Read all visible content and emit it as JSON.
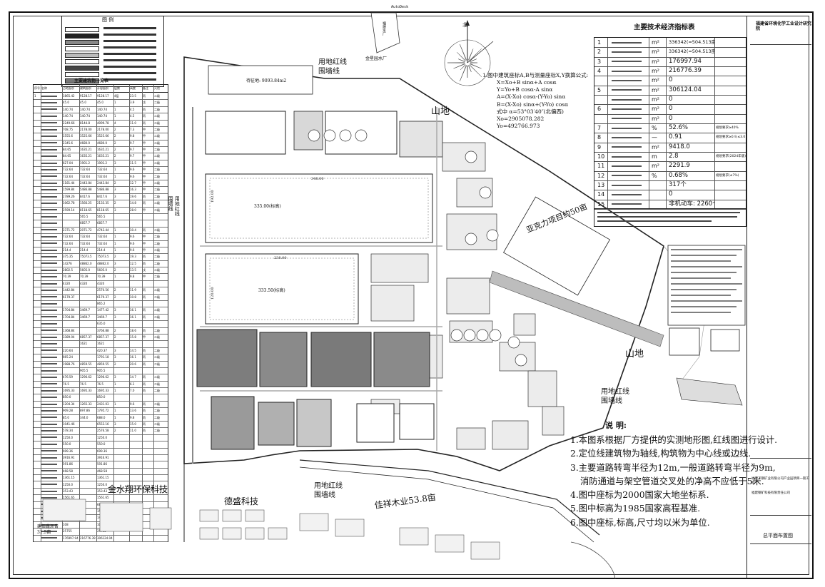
{
  "top_header": "AutoDesk",
  "legend": {
    "title": "图 例",
    "rows": 9
  },
  "building_table": {
    "title": "主要建筑物一览表",
    "header_labels": [
      "序号",
      "名称",
      "占地面积",
      "建筑面积",
      "计容面积",
      "层数",
      "高度",
      "备注",
      "火险"
    ],
    "rows": [
      [
        "1",
        "",
        "1865.42",
        "9128.17",
        "9128.17",
        "4层",
        "23.5",
        "丙",
        "二级"
      ],
      [
        "",
        "",
        "45.0",
        "45.0",
        "45.0",
        "1",
        "3.9",
        "戊",
        "二级"
      ],
      [
        "",
        "",
        "140.74",
        "140.74",
        "140.74",
        "1",
        "4.5",
        "丙",
        "二级"
      ],
      [
        "",
        "",
        "140.74",
        "140.74",
        "140.74",
        "1",
        "4.5",
        "丙",
        "二级"
      ],
      [
        "",
        "",
        "2249.66",
        "8144.8",
        "4099.78",
        "4",
        "11.0",
        "丙",
        "二级"
      ],
      [
        "",
        "",
        "708.75",
        "2178.00",
        "2178.00",
        "2",
        "7.3",
        "甲",
        "二级"
      ],
      [
        "",
        "",
        "1555.6",
        "3525.66",
        "3525.66",
        "2",
        "9.8",
        "甲",
        "二级"
      ],
      [
        "",
        "",
        "2345.6",
        "4680.0",
        "4680.0",
        "2",
        "9.7",
        "甲",
        "二级"
      ],
      [
        "",
        "",
        "84.65",
        "1635.21",
        "1635.21",
        "2",
        "9.7",
        "甲",
        "二级"
      ],
      [
        "",
        "",
        "84.65",
        "1635.21",
        "1635.21",
        "2",
        "9.7",
        "甲",
        "二级"
      ],
      [
        "",
        "",
        "627.04",
        "1901.2",
        "1901.2",
        "3",
        "11.5",
        "甲",
        "二级"
      ],
      [
        "",
        "",
        "732.64",
        "732.64",
        "732.64",
        "1",
        "9.6",
        "甲",
        "二级"
      ],
      [
        "",
        "",
        "732.64",
        "732.64",
        "732.64",
        "1",
        "9.6",
        "甲",
        "二级"
      ],
      [
        "",
        "",
        "1181.44",
        "2443.84",
        "2443.84",
        "2",
        "12.7",
        "甲",
        "二级"
      ],
      [
        "",
        "",
        "1599.84",
        "5486.88",
        "5486.88",
        "3",
        "16.3",
        "甲",
        "二级"
      ],
      [
        "",
        "",
        "2789.26",
        "8417.6",
        "8417.6",
        "3",
        "19.6",
        "丙",
        "二级"
      ],
      [
        "",
        "",
        "1062.78",
        "1566.25",
        "2133.35",
        "2",
        "14.8",
        "丙",
        "二级"
      ],
      [
        "",
        "",
        "2599.14",
        "8118.65",
        "8118.65",
        "3",
        "28.0",
        "甲",
        "二级"
      ],
      [
        "",
        "",
        "",
        "565.5",
        "565.5",
        "",
        "",
        "",
        ""
      ],
      [
        "",
        "",
        "",
        "6857.7",
        "6857.7",
        "",
        "",
        "",
        ""
      ],
      [
        "",
        "",
        "2371.72",
        "2071.72",
        "4743.44",
        "1",
        "10.4",
        "丙",
        "二级"
      ],
      [
        "",
        "",
        "732.64",
        "732.64",
        "732.64",
        "1",
        "9.6",
        "甲",
        "二级"
      ],
      [
        "",
        "",
        "732.64",
        "732.64",
        "732.64",
        "1",
        "9.6",
        "甲",
        "二级"
      ],
      [
        "",
        "",
        "214.4",
        "214.4",
        "214.4",
        "1",
        "9.6",
        "甲",
        "二级"
      ],
      [
        "",
        "",
        "375.35",
        "75073.5",
        "75073.5",
        "2",
        "19.3",
        "丙",
        "二级"
      ],
      [
        "",
        "",
        "14276",
        "48862.0",
        "48862.0",
        "3",
        "12.5",
        "丙",
        "二级"
      ],
      [
        "",
        "",
        "2802.5",
        "5605.0",
        "5605.0",
        "2",
        "13.5",
        "戊",
        "二级"
      ],
      [
        "",
        "",
        "70.39",
        "70.39",
        "70.39",
        "1",
        "9.8",
        "甲",
        "二级"
      ],
      [
        "",
        "",
        "4320",
        "4320",
        "4320",
        "",
        "",
        "",
        ""
      ],
      [
        "",
        "",
        "1442.84",
        "",
        "2570.56",
        "2",
        "11.9",
        "丙",
        "二级"
      ],
      [
        "",
        "",
        "6179.37",
        "",
        "6179.37",
        "2",
        "10.8",
        "丙",
        "二级"
      ],
      [
        "",
        "",
        "",
        "",
        "865.2",
        "",
        "",
        "",
        ""
      ],
      [
        "",
        "",
        "1704.84",
        "3469.7",
        "1477.42",
        "3",
        "16.1",
        "丙",
        "二级"
      ],
      [
        "",
        "",
        "1704.84",
        "3469.7",
        "3469.7",
        "3",
        "16.1",
        "丙",
        "二级"
      ],
      [
        "",
        "",
        "",
        "",
        "635.0",
        "",
        "",
        "",
        ""
      ],
      [
        "",
        "",
        "1368.84",
        "",
        "3766.88",
        "2",
        "18.6",
        "丙",
        "二级"
      ],
      [
        "",
        "",
        "3389.04",
        "6857.37",
        "6857.37",
        "2",
        "15.8",
        "甲",
        "二级"
      ],
      [
        "",
        "",
        "",
        "1621",
        "1621",
        "",
        "",
        "",
        ""
      ],
      [
        "",
        "",
        "220.64",
        "",
        "420.37",
        "3",
        "14.5",
        "丙",
        "二级"
      ],
      [
        "",
        "",
        "665.24",
        "",
        "1791.18",
        "3",
        "16.1",
        "丙",
        "二级"
      ],
      [
        "",
        "",
        "1988.76",
        "4859.55",
        "4859.55",
        "2",
        "20.6",
        "丙",
        "二级"
      ],
      [
        "",
        "",
        "",
        "905.5",
        "905.5",
        "",
        "",
        "",
        ""
      ],
      [
        "",
        "",
        "476.59",
        "1296.62",
        "1296.62",
        "3",
        "14.7",
        "丙",
        "二级"
      ],
      [
        "",
        "",
        "76.5",
        "76.5",
        "76.5",
        "1",
        "6.1",
        "丙",
        "二级"
      ],
      [
        "",
        "",
        "1695.33",
        "1695.33",
        "1695.33",
        "1",
        "7.0",
        "丙",
        "二级"
      ],
      [
        "",
        "",
        "850.0",
        "",
        "850.0",
        "",
        "",
        "",
        ""
      ],
      [
        "",
        "",
        "1204.34",
        "1265.33",
        "2431.03",
        "1",
        "9.6",
        "丙",
        "二级"
      ],
      [
        "",
        "",
        "909.28",
        "897.86",
        "1795.72",
        "1",
        "13.6",
        "丙",
        "二级"
      ],
      [
        "",
        "",
        "85.0",
        "344.0",
        "688.0",
        "1",
        "9.8",
        "丙",
        "二级"
      ],
      [
        "",
        "",
        "1041.46",
        "",
        "6553.16",
        "3",
        "15.0",
        "丙",
        "二级"
      ],
      [
        "",
        "",
        "578.34",
        "",
        "2576.58",
        "2",
        "11.0",
        "丙",
        "二级"
      ],
      [
        "",
        "",
        "1250.0",
        "",
        "1250.0",
        "",
        "",
        "",
        ""
      ],
      [
        "",
        "",
        "550.0",
        "",
        "550.0",
        "",
        "",
        "",
        ""
      ],
      [
        "",
        "",
        "699.36",
        "",
        "699.36",
        "",
        "",
        "",
        ""
      ],
      [
        "",
        "",
        "3916.91",
        "",
        "3916.91",
        "",
        "",
        "",
        ""
      ],
      [
        "",
        "",
        "591.86",
        "",
        "591.86",
        "",
        "",
        "",
        ""
      ],
      [
        "",
        "",
        "468.58",
        "",
        "468.58",
        "",
        "",
        "",
        ""
      ],
      [
        "",
        "",
        "1361.15",
        "",
        "1361.15",
        "",
        "",
        "",
        ""
      ],
      [
        "",
        "",
        "1250.0",
        "",
        "1250.0",
        "",
        "",
        "",
        ""
      ],
      [
        "",
        "",
        "353.43",
        "",
        "353.43",
        "",
        "",
        "",
        ""
      ],
      [
        "",
        "",
        "1561.65",
        "",
        "1561.65",
        "",
        "",
        "",
        ""
      ],
      [
        "",
        "",
        "6671.65",
        "",
        "6671.65",
        "",
        "",
        "",
        ""
      ],
      [
        "",
        "",
        "1510.0",
        "",
        "1510.0",
        "",
        "",
        "",
        ""
      ],
      [
        "",
        "",
        "1400.0",
        "",
        "1400.0",
        "",
        "",
        "",
        ""
      ],
      [
        "",
        "",
        "108",
        "",
        "108",
        "",
        "",
        "",
        ""
      ],
      [
        "",
        "",
        "25755",
        "",
        "25755",
        "",
        "",
        "",
        ""
      ],
      [
        "",
        "",
        "176997.94",
        "216776.39",
        "306124.04",
        "",
        "",
        "",
        ""
      ]
    ]
  },
  "econ_table": {
    "title": "主要技术经济指标表",
    "rows": [
      {
        "no": "1",
        "unit": "m²",
        "value": "336342(≈504.513亩)",
        "note": ""
      },
      {
        "no": "2",
        "unit": "m²",
        "value": "336342(≈504.513亩)",
        "note": ""
      },
      {
        "no": "3",
        "unit": "m²",
        "value": "176997.94",
        "note": ""
      },
      {
        "no": "4",
        "unit": "m²",
        "value": "216776.39",
        "note": ""
      },
      {
        "no": "",
        "unit": "m²",
        "value": "0",
        "note": ""
      },
      {
        "no": "5",
        "unit": "m²",
        "value": "306124.04",
        "note": ""
      },
      {
        "no": "",
        "unit": "m²",
        "value": "0",
        "note": ""
      },
      {
        "no": "6",
        "unit": "m²",
        "value": "0",
        "note": ""
      },
      {
        "no": "",
        "unit": "m²",
        "value": "0",
        "note": ""
      },
      {
        "no": "7",
        "unit": "%",
        "value": "52.6%",
        "note": "规划要求≥40%"
      },
      {
        "no": "8",
        "unit": "—",
        "value": "0.91",
        "note": "规划要求≥0.9,≤3.0"
      },
      {
        "no": "9",
        "unit": "m²",
        "value": "9418.0",
        "note": ""
      },
      {
        "no": "10",
        "unit": "m",
        "value": "2.8",
        "note": "规划要求(2024年版)"
      },
      {
        "no": "11",
        "unit": "m²",
        "value": "2291.9",
        "note": ""
      },
      {
        "no": "12",
        "unit": "%",
        "value": "0.68%",
        "note": "规划要求(≤7%)"
      },
      {
        "no": "13",
        "unit": "",
        "value": "317个",
        "note": ""
      },
      {
        "no": "14",
        "unit": "",
        "value": "0",
        "note": ""
      },
      {
        "no": "15",
        "unit": "",
        "value": "非机动车: 2260个",
        "note": ""
      }
    ]
  },
  "map_labels": {
    "north": "北",
    "mountain_1": "山地",
    "mountain_2": "山地",
    "redline_1": "用地红线\n围墙线",
    "redline_2": "用地红线\n围墙线",
    "redline_3": "用地红线\n围墙线",
    "redline_top": "用地红线\n围墙线",
    "plant_top": "福建水厂",
    "plant_top2": "金星园水厂",
    "land_area": "待征地: 9093.84m2",
    "project_50": "亚克力项目约50亩",
    "company_1": "金水翔环保科技",
    "company_2": "德盛科技",
    "company_3": "佳祥木业53.8亩",
    "area_small": "建佰鑫沥青\n31.5亩",
    "yard_1": "335.00(标高)",
    "yard_2": "333.50(标高)",
    "dim_1": "348.00",
    "dim_2": "238.00",
    "dim_3": "192.00",
    "dim_4": "120.00",
    "coord_note_title": "1.图中建筑座标A,B与测量座标X,Y换算公式:",
    "coord_lines": [
      "X=Xo+B sinα+A cosα",
      "Y=Yo+B cosα-A sinα",
      "A=(X-Xo) cosα-(Y-Yo) sinα",
      "B=(X-Xo) sinα+(Y-Yo) cosα",
      "式中 α=53°03′40″(北偏西)",
      "Xo=2905078.282",
      "Yo=492766.973"
    ]
  },
  "notes": {
    "title": "说  明:",
    "items": [
      "1.本图系根据厂方提供的实测地形图,红线图进行设计.",
      "2.定位线建筑物为轴线,构筑物为中心线或边线.",
      "3.主要道路转弯半径为12m,一般道路转弯半径为9m,",
      "消防通道与架空管道交叉处的净高不应低于5米.",
      "4.图中座标为2000国家大地坐标系.",
      "5.图中标高为1985国家高程基准.",
      "6.图中座标,标高,尺寸均以米为单位."
    ]
  },
  "title_block": {
    "company": "福建省环境化学工业设计研究院",
    "drawing_title": "总平面布置图",
    "project": "福建三钢矿业有限公司产业园项目一期工程",
    "client": "福建钢矿科技有限责任公司"
  },
  "colors": {
    "line": "#222222",
    "building": "#6b6b6b",
    "building_dark": "#3f3f3f",
    "road": "#bdbdbd"
  }
}
